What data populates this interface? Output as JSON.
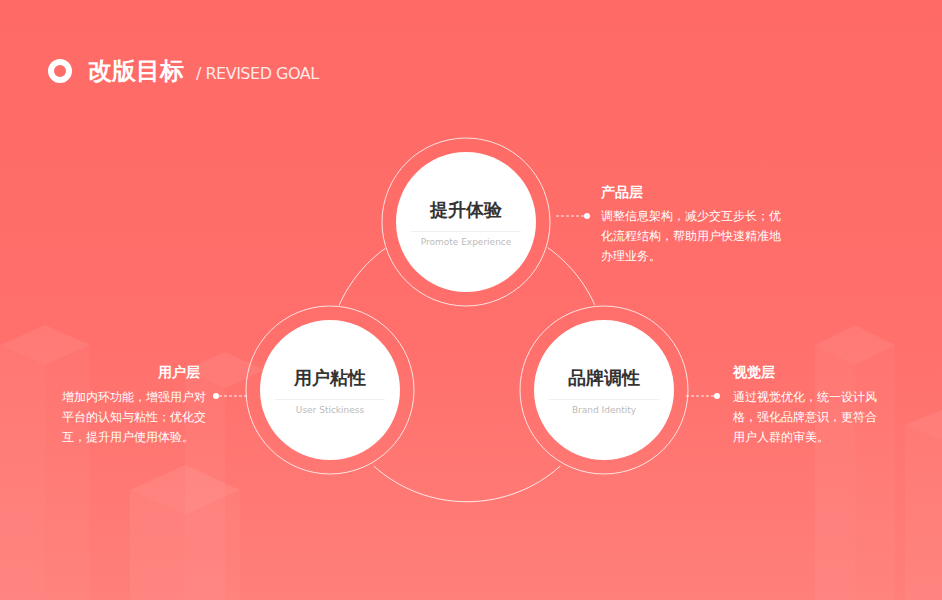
{
  "diagram": {
    "title": "改版目标",
    "nodes": [
      {
        "text": [
          "提升体验",
          "Promote Experience"
        ]
      },
      {
        "text": [
          "用户粘性",
          "User Stickiness"
        ]
      },
      {
        "text": [
          "品牌调性",
          "Brand Identity"
        ]
      }
    ],
    "edges": [
      {
        "from": 0,
        "to": 1,
        "arrow": "none"
      },
      {
        "from": 0,
        "to": 2,
        "arrow": "none"
      },
      {
        "from": 1,
        "to": 2,
        "arrow": "none"
      }
    ],
    "labels": [
      "/ REVISED GOAL",
      "产品层",
      "调整信息架构，减少交互步长；优化流程结构，帮助用户快速精准地办理业务。",
      "用户层",
      "增加内环功能，增强用户对平台的认知与粘性；优化交互，提升用户使用体验。",
      "视觉层",
      "通过视觉优化，统一设计风格，强化品牌意识，更符合用户人群的审美。"
    ]
  }
}
